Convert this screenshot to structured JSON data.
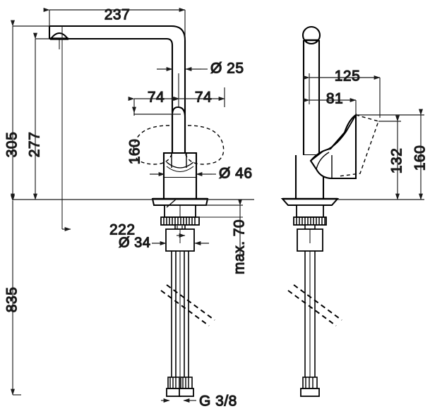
{
  "drawing": {
    "title": "Kitchen mixer tap — technical dimension drawing",
    "type": "technical-dimension-drawing",
    "units": "mm",
    "line_color": "#000000",
    "dim_line_color": "#1a1a1a",
    "background": "#ffffff",
    "views": [
      {
        "id": "front-view",
        "name": "Front / side elevation",
        "position": "left"
      },
      {
        "id": "side-view",
        "name": "Side elevation",
        "position": "right"
      }
    ]
  },
  "dimensions": {
    "front": {
      "reach_237": "237",
      "height_305": "305",
      "height_277": "277",
      "spout_dia_25": "Ø 25",
      "handle_left_74": "74",
      "handle_right_74": "74",
      "handle_swivel_160": "160",
      "body_dia_46": "Ø 46",
      "total_835": "835",
      "shank_222": "222",
      "shank_dia_34": "Ø 34",
      "max_thickness_70": "max. 70",
      "thread_g38": "G 3/8"
    },
    "side": {
      "lever_reach_125": "125",
      "lever_reach_81": "81",
      "lever_height_132": "132",
      "handle_height_160": "160"
    }
  },
  "labels": {
    "dim_237": "237",
    "dim_305": "305",
    "dim_277": "277",
    "dim_d25": "Ø 25",
    "dim_74_a": "74",
    "dim_74_b": "74",
    "dim_160_front": "160",
    "dim_d46": "Ø 46",
    "dim_835": "835",
    "dim_222": "222",
    "dim_d34": "Ø 34",
    "dim_max70": "max. 70",
    "dim_g38": "G 3/8",
    "dim_125": "125",
    "dim_81": "81",
    "dim_132": "132",
    "dim_160_side": "160"
  }
}
